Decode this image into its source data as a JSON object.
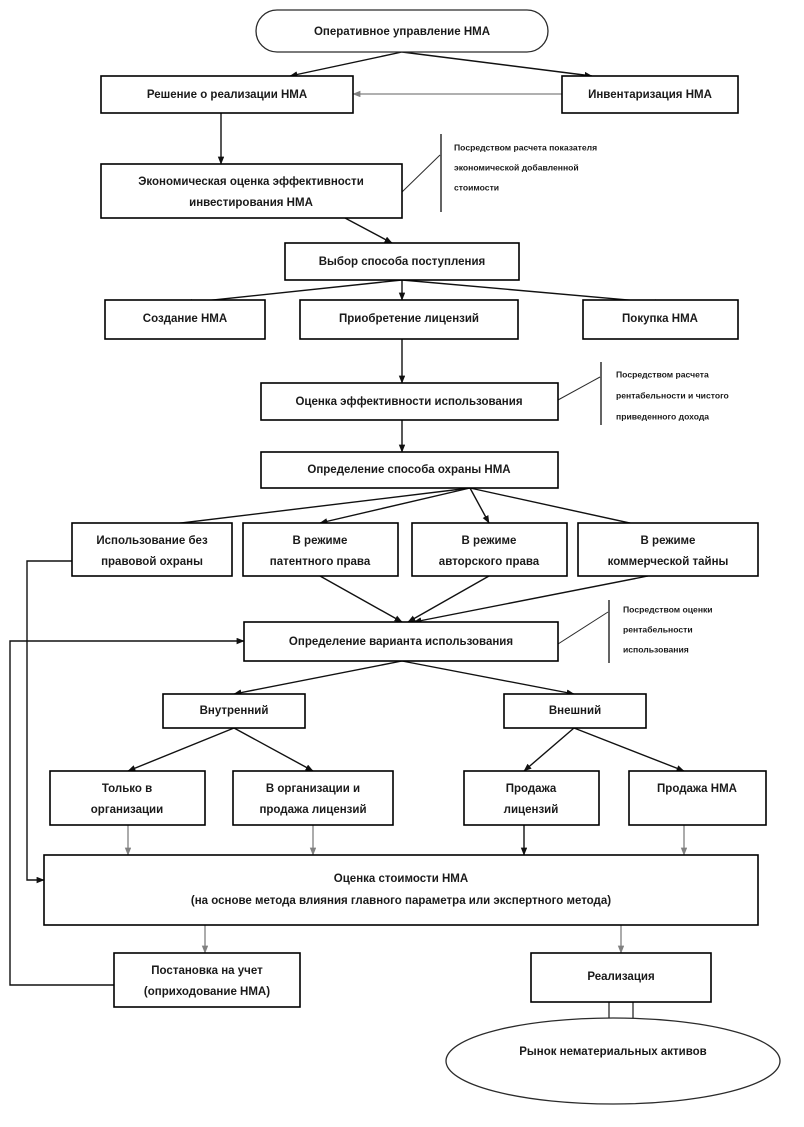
{
  "diagram": {
    "type": "flowchart",
    "title": "Оперативное управление НМА",
    "nodes": [
      {
        "id": "n1",
        "shape": "terminator",
        "lines": [
          "Оперативное управление НМА"
        ]
      },
      {
        "id": "n2",
        "shape": "process",
        "lines": [
          "Решение о реализации НМА"
        ]
      },
      {
        "id": "n3",
        "shape": "process",
        "lines": [
          "Инвентаризация НМА"
        ]
      },
      {
        "id": "n4",
        "shape": "process",
        "lines": [
          "Экономическая оценка эффективности",
          "инвестирования НМА"
        ]
      },
      {
        "id": "n5",
        "shape": "process",
        "lines": [
          "Выбор способа поступления"
        ]
      },
      {
        "id": "n6",
        "shape": "process",
        "lines": [
          "Создание НМА"
        ]
      },
      {
        "id": "n7",
        "shape": "process",
        "lines": [
          "Приобретение лицензий"
        ]
      },
      {
        "id": "n8",
        "shape": "process",
        "lines": [
          "Покупка НМА"
        ]
      },
      {
        "id": "n9",
        "shape": "process",
        "lines": [
          "Оценка эффективности использования"
        ]
      },
      {
        "id": "n10",
        "shape": "process",
        "lines": [
          "Определение способа охраны НМА"
        ]
      },
      {
        "id": "n11",
        "shape": "process",
        "lines": [
          "Использование без",
          "правовой охраны"
        ]
      },
      {
        "id": "n12",
        "shape": "process",
        "lines": [
          "В режиме",
          "патентного права"
        ]
      },
      {
        "id": "n13",
        "shape": "process",
        "lines": [
          "В режиме",
          "авторского права"
        ]
      },
      {
        "id": "n14",
        "shape": "process",
        "lines": [
          "В режиме",
          "коммерческой тайны"
        ]
      },
      {
        "id": "n15",
        "shape": "process",
        "lines": [
          "Определение варианта использования"
        ]
      },
      {
        "id": "n16",
        "shape": "process",
        "lines": [
          "Внутренний"
        ]
      },
      {
        "id": "n17",
        "shape": "process",
        "lines": [
          "Внешний"
        ]
      },
      {
        "id": "n18",
        "shape": "process",
        "lines": [
          "Только в",
          "организации"
        ]
      },
      {
        "id": "n19",
        "shape": "process",
        "lines": [
          "В организации и",
          "продажа лицензий"
        ]
      },
      {
        "id": "n20",
        "shape": "process",
        "lines": [
          "Продажа",
          "лицензий"
        ]
      },
      {
        "id": "n21",
        "shape": "process",
        "lines": [
          "Продажа НМА"
        ]
      },
      {
        "id": "n22",
        "shape": "process",
        "lines": [
          "Оценка стоимости НМА",
          "(на основе метода влияния главного параметра или экспертного метода)"
        ]
      },
      {
        "id": "n23",
        "shape": "process",
        "lines": [
          "Постановка на учет",
          "(оприходование НМА)"
        ]
      },
      {
        "id": "n24",
        "shape": "process",
        "lines": [
          "Реализация"
        ]
      },
      {
        "id": "n25",
        "shape": "terminator-ellipse",
        "lines": [
          "Рынок нематериальных активов"
        ]
      }
    ],
    "annotations": [
      {
        "id": "a1",
        "lines": [
          "Посредством расчета показателя",
          "экономической добавленной",
          "стоимости"
        ]
      },
      {
        "id": "a2",
        "lines": [
          "Посредством расчета",
          "рентабельности и чистого",
          "приведенного дохода"
        ]
      },
      {
        "id": "a3",
        "lines": [
          "Посредством оценки",
          "рентабельности",
          "использования"
        ]
      }
    ],
    "colors": {
      "background": "#ffffff",
      "node_fill": "#ffffff",
      "node_stroke": "#000000",
      "text": "#1a1a1a",
      "connector": "#111111",
      "connector_gray": "#808080"
    }
  }
}
